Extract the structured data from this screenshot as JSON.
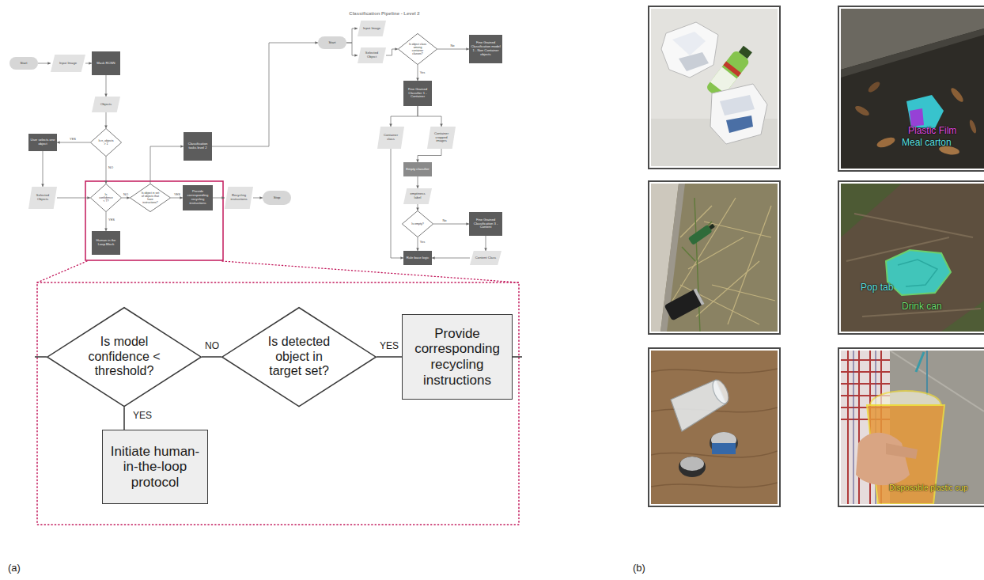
{
  "diagram": {
    "nodes": [
      {
        "text": [
          "Start"
        ]
      },
      {
        "text": [
          "Input Image"
        ]
      },
      {
        "text": [
          "Mask RCNN"
        ]
      },
      {
        "text": [
          "Objects"
        ]
      },
      {
        "text": [
          "Is n_objects > 1"
        ]
      },
      {
        "text": [
          "User selects one object"
        ]
      },
      {
        "text": [
          "Selected Objects"
        ]
      },
      {
        "text": [
          "Is confidence < T?"
        ]
      },
      {
        "text": [
          "Is object in set of objects that have instructions?"
        ]
      },
      {
        "text": [
          "Provide corresponding recycling instructions"
        ]
      },
      {
        "text": [
          "Recycling instructions"
        ]
      },
      {
        "text": [
          "Stop"
        ]
      },
      {
        "text": [
          "Human in the Loop Block"
        ]
      },
      {
        "text": [
          "Classification tasks level 2"
        ]
      },
      {
        "text": [
          "Start"
        ]
      },
      {
        "text": [
          "Input Image"
        ]
      },
      {
        "text": [
          "Selected Object"
        ]
      },
      {
        "text": [
          "Is object class among container classes?"
        ]
      },
      {
        "text": [
          "Fine Grained Classification model 1 - Non Container objects"
        ]
      },
      {
        "text": [
          "Fine Grained Classifier 1 - Container"
        ]
      },
      {
        "text": [
          "Container class"
        ]
      },
      {
        "text": [
          "Container cropped images"
        ]
      },
      {
        "text": [
          "Empty classifier"
        ]
      },
      {
        "text": [
          "emptiness label"
        ]
      },
      {
        "text": [
          "Is empty?"
        ]
      },
      {
        "text": [
          "Fine Grained Classification 3 - Content"
        ]
      },
      {
        "text": [
          "Content Class"
        ]
      },
      {
        "text": [
          "Rule base logic"
        ]
      },
      {
        "text": [
          "Is model confidence < threshold?"
        ]
      },
      {
        "text": [
          "Is detected object in target set?"
        ]
      },
      {
        "text": [
          "Provide corresponding recycling instructions"
        ]
      },
      {
        "text": [
          "Initiate human-in-the-loop protocol"
        ]
      }
    ],
    "edges": [
      {
        "from": 0,
        "to": 1,
        "arrow": "to"
      },
      {
        "from": 1,
        "to": 2,
        "arrow": "to"
      },
      {
        "from": 2,
        "to": 3,
        "arrow": "to"
      },
      {
        "from": 3,
        "to": 4,
        "arrow": "to"
      },
      {
        "from": 4,
        "to": 5,
        "label": "YES",
        "arrow": "to"
      },
      {
        "from": 4,
        "to": 7,
        "label": "NO",
        "arrow": "to"
      },
      {
        "from": 5,
        "to": 6,
        "arrow": "to"
      },
      {
        "from": 6,
        "to": 7,
        "arrow": "to"
      },
      {
        "from": 7,
        "to": 8,
        "label": "NO",
        "arrow": "to"
      },
      {
        "from": 7,
        "to": 12,
        "label": "YES",
        "arrow": "to"
      },
      {
        "from": 8,
        "to": 9,
        "label": "YES",
        "arrow": "to"
      },
      {
        "from": 9,
        "to": 10,
        "arrow": "to"
      },
      {
        "from": 10,
        "to": 11,
        "arrow": "to"
      },
      {
        "from": 8,
        "to": 13,
        "arrow": "to"
      },
      {
        "from": 13,
        "to": 14,
        "arrow": "to"
      },
      {
        "from": 14,
        "to": 15,
        "arrow": "to"
      },
      {
        "from": 14,
        "to": 16,
        "arrow": "to"
      },
      {
        "from": 16,
        "to": 17,
        "arrow": "to"
      },
      {
        "from": 17,
        "to": 18,
        "label": "No",
        "arrow": "to"
      },
      {
        "from": 17,
        "to": 19,
        "label": "Yes",
        "arrow": "to"
      },
      {
        "from": 19,
        "to": 20,
        "arrow": "to"
      },
      {
        "from": 19,
        "to": 21,
        "arrow": "to"
      },
      {
        "from": 21,
        "to": 22,
        "arrow": "to"
      },
      {
        "from": 22,
        "to": 23,
        "arrow": "to"
      },
      {
        "from": 23,
        "to": 24,
        "arrow": "to"
      },
      {
        "from": 24,
        "to": 25,
        "label": "No",
        "arrow": "to"
      },
      {
        "from": 25,
        "to": 26,
        "arrow": "to"
      },
      {
        "from": 26,
        "to": 27,
        "arrow": "to"
      },
      {
        "from": 24,
        "to": 27,
        "label": "Yes",
        "arrow": "to"
      },
      {
        "from": 20,
        "to": 27,
        "arrow": "to"
      },
      {
        "from": 28,
        "to": 29,
        "label": "NO",
        "arrow": "none"
      },
      {
        "from": 29,
        "to": 30,
        "label": "YES",
        "arrow": "none"
      },
      {
        "from": 28,
        "to": 31,
        "label": "YES",
        "arrow": "none"
      }
    ],
    "labels": [
      "Classification Pipeline - Level 2",
      "(a)",
      "(b)",
      "Plastic Film",
      "Meal carton",
      "Pop tab",
      "Drink can",
      "Disposable plastic cup"
    ]
  }
}
